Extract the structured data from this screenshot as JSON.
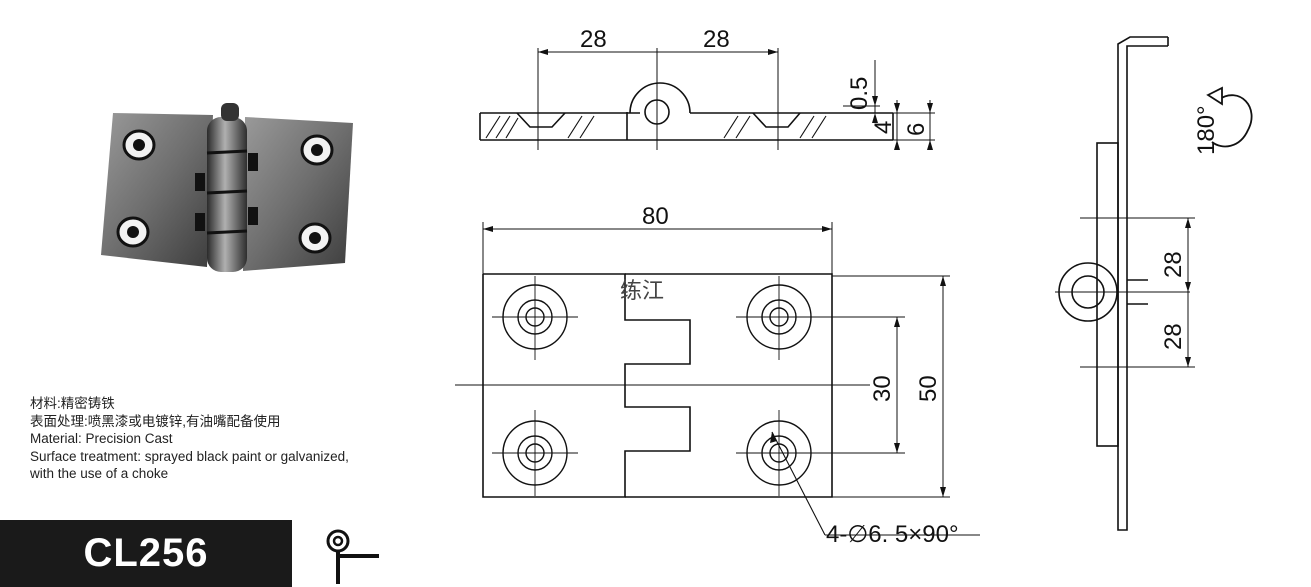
{
  "spec": {
    "line1": "材料:精密铸铁",
    "line2": "表面处理:喷黑漆或电镀锌,有油嘴配备使用",
    "line3": "Material: Precision Cast",
    "line4": "Surface treatment: sprayed black paint or galvanized,",
    "line5": "with the use of a choke"
  },
  "model": {
    "code": "CL256"
  },
  "dims": {
    "top_left": "28",
    "top_right": "28",
    "thickness_gap": "0.5",
    "leaf": "4",
    "total": "6",
    "width": "80",
    "knuckle": "30",
    "height": "50",
    "holes": "4-∅6. 5×90°",
    "side_a": "28",
    "side_b": "28",
    "rotation": "180°"
  },
  "watermark": "练江",
  "icons": [
    "hinge-photo",
    "hinge-symbol-icon",
    "rotation-arrow-icon"
  ],
  "colors": {
    "model_bg": "#1a1a1a",
    "model_text": "#ffffff",
    "line": "#111111"
  }
}
